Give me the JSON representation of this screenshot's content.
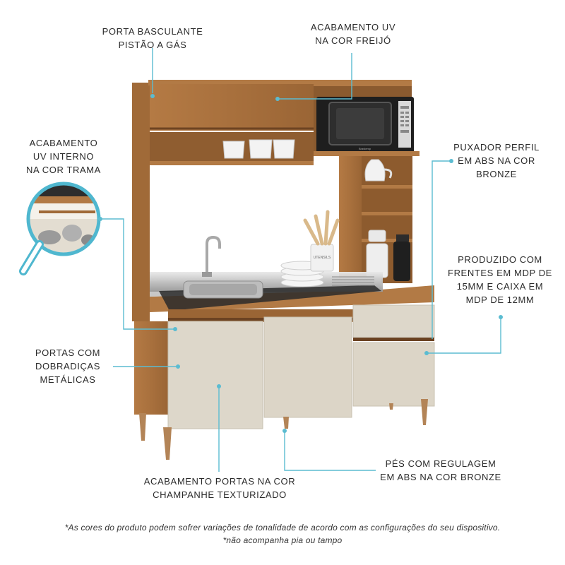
{
  "callouts": {
    "porta_basculante": [
      "PORTA BASCULANTE",
      "PISTÃO A GÁS"
    ],
    "acabamento_uv_freijo": [
      "ACABAMENTO UV",
      "NA COR FREIJÓ"
    ],
    "acabamento_uv_interno": [
      "ACABAMENTO",
      "UV INTERNO",
      "NA COR TRAMA"
    ],
    "puxador": [
      "PUXADOR PERFIL",
      "EM ABS NA COR",
      "BRONZE"
    ],
    "produzido": [
      "PRODUZIDO COM",
      "FRENTES EM MDP DE",
      "15MM E CAIXA EM",
      "MDP DE 12MM"
    ],
    "portas_dobradicas": [
      "PORTAS COM",
      "DOBRADIÇAS",
      "METÁLICAS"
    ],
    "acabamento_portas": [
      "ACABAMENTO PORTAS NA COR",
      "CHAMPANHE TEXTURIZADO"
    ],
    "pes": [
      "PÉS COM REGULAGEM",
      "EM ABS NA COR BRONZE"
    ]
  },
  "microwave_brand": "Brastemp",
  "canister_label": "UTENSILS",
  "footnotes": {
    "line1": "*As cores do produto podem sofrer variações de tonalidade de acordo com as configurações do seu dispositivo.",
    "line2": "*não acompanha pia ou tampo"
  },
  "colors": {
    "wood": "#a8703d",
    "wood_dark": "#8a5a2f",
    "champagne": "#ddd7ca",
    "callout_line": "#5bbcd1",
    "text": "#2b2b2b"
  }
}
